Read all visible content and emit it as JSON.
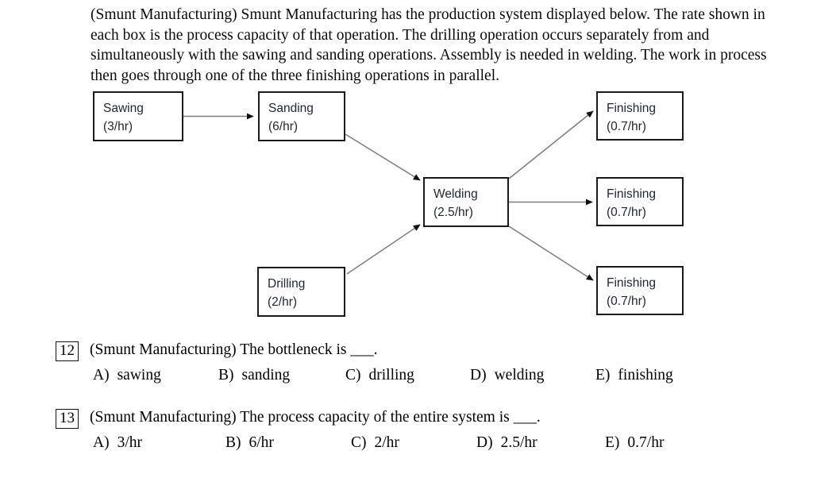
{
  "intro": {
    "text": "(Smunt Manufacturing) Smunt Manufacturing has the production system displayed below. The rate shown in each box is the process capacity of that operation. The drilling operation occurs separately from and simultaneously with the sawing and sanding operations. Assembly is needed in welding. The work in process then goes through one of the three finishing operations in parallel."
  },
  "diagram": {
    "type": "process-flow",
    "nodes": [
      {
        "id": "sawing",
        "name": "Sawing",
        "rate": "(3/hr)"
      },
      {
        "id": "sanding",
        "name": "Sanding",
        "rate": "(6/hr)"
      },
      {
        "id": "welding",
        "name": "Welding",
        "rate": "(2.5/hr)"
      },
      {
        "id": "drilling",
        "name": "Drilling",
        "rate": "(2/hr)"
      },
      {
        "id": "finishing_1",
        "name": "Finishing",
        "rate": "(0.7/hr)"
      },
      {
        "id": "finishing_2",
        "name": "Finishing",
        "rate": "(0.7/hr)"
      },
      {
        "id": "finishing_3",
        "name": "Finishing",
        "rate": "(0.7/hr)"
      }
    ],
    "edges": [
      {
        "from": "sawing",
        "to": "sanding"
      },
      {
        "from": "sanding",
        "to": "welding"
      },
      {
        "from": "drilling",
        "to": "welding"
      },
      {
        "from": "welding",
        "to": "finishing_1"
      },
      {
        "from": "welding",
        "to": "finishing_2"
      },
      {
        "from": "welding",
        "to": "finishing_3"
      }
    ],
    "colors": {
      "box_border": "#1b1b1b",
      "box_text": "#1e2430",
      "edge_line": "#808080",
      "arrow_head": "#111111"
    }
  },
  "questions": [
    {
      "number": "12",
      "stem": "(Smunt Manufacturing) The bottleneck is ___.",
      "options": [
        {
          "letter": "A)",
          "text": "sawing"
        },
        {
          "letter": "B)",
          "text": "sanding"
        },
        {
          "letter": "C)",
          "text": "drilling"
        },
        {
          "letter": "D)",
          "text": "welding"
        },
        {
          "letter": "E)",
          "text": "finishing"
        }
      ]
    },
    {
      "number": "13",
      "stem": "(Smunt Manufacturing) The process capacity of the entire system is ___.",
      "options": [
        {
          "letter": "A)",
          "text": "3/hr"
        },
        {
          "letter": "B)",
          "text": "6/hr"
        },
        {
          "letter": "C)",
          "text": "2/hr"
        },
        {
          "letter": "D)",
          "text": "2.5/hr"
        },
        {
          "letter": "E)",
          "text": "0.7/hr"
        }
      ]
    }
  ]
}
